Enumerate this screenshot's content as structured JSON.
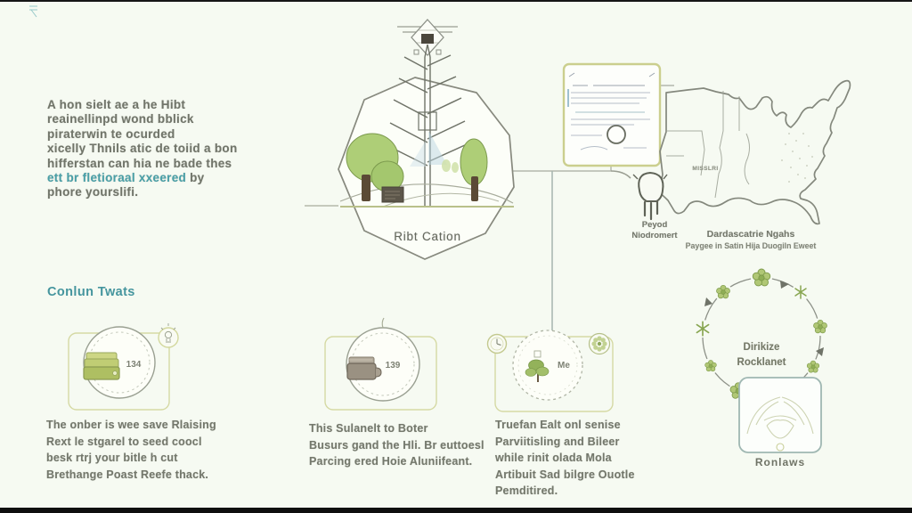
{
  "colors": {
    "background": "#f6faf2",
    "accent_teal": "#49a0a8",
    "olive_border": "#d5d9a4",
    "leaf_green": "#a9c46a",
    "text_gray": "#6e7266"
  },
  "icons": {
    "top_ornament": "antenna-finial-icon",
    "hexagon_scene": "radio-tower-landscape-icon",
    "document": "certificate-document-icon",
    "map": "us-map-icon",
    "map_marker": "tagged-region-icon",
    "step1_main": "wallet-icon",
    "step1_side": "lightbulb-icon",
    "step2_main": "wallet-icon",
    "step3_main": "tree-icon",
    "step3_left": "clock-icon",
    "step3_right": "flower-icon",
    "cycle": "seasonal-flowers-cycle-icon",
    "ronlaws_box": "wings-emblem-icon"
  },
  "intro": {
    "lines": [
      "A hon sielt ae a he Hibt",
      "reainellinpd wond bblick",
      "piraterwin te ocurded",
      "xicelly Thnils atic de toiid a bon",
      "hifferstan can hia ne bade thes"
    ],
    "highlight": "ett br fletioraal xxeered",
    "highlight_suffix": " by",
    "last_line": "phore yourslifi."
  },
  "section": {
    "heading": "Conlun Twats"
  },
  "hexagon": {
    "label": "Ribt Cation"
  },
  "map": {
    "state_label": "MISSLRI",
    "labels": {
      "left_title": "Peyod",
      "left_subtitle": "Niodromert",
      "right_title": "Dardascatrie Ngahs",
      "right_subtitle": "Paygee in Satin Hija Duogiln Eweet"
    }
  },
  "steps": [
    {
      "value": "134",
      "lines": [
        "The onber is wee save Rlaising",
        "Rext le stgarel to seed coocl",
        "besk rtrj your bitle h cut",
        "Brethange Poast Reefe thack."
      ]
    },
    {
      "value": "139",
      "lines": [
        "This Sulanelt to Boter",
        "Busurs gand the Hli. Br euttoesl",
        "Parcing ered Hoie Aluniifeant."
      ]
    },
    {
      "value": "Me",
      "lines": [
        "Truefan Ealt onl senise",
        "Parviitisling and Bileer",
        "while rinit olada Mola",
        "Artibuit Sad bilgre Ouotle",
        "Pemditired."
      ]
    }
  ],
  "cycle": {
    "line1": "Dirikize",
    "line2": "Rocklanet"
  },
  "ronlaws": {
    "label": "Ronlaws"
  }
}
